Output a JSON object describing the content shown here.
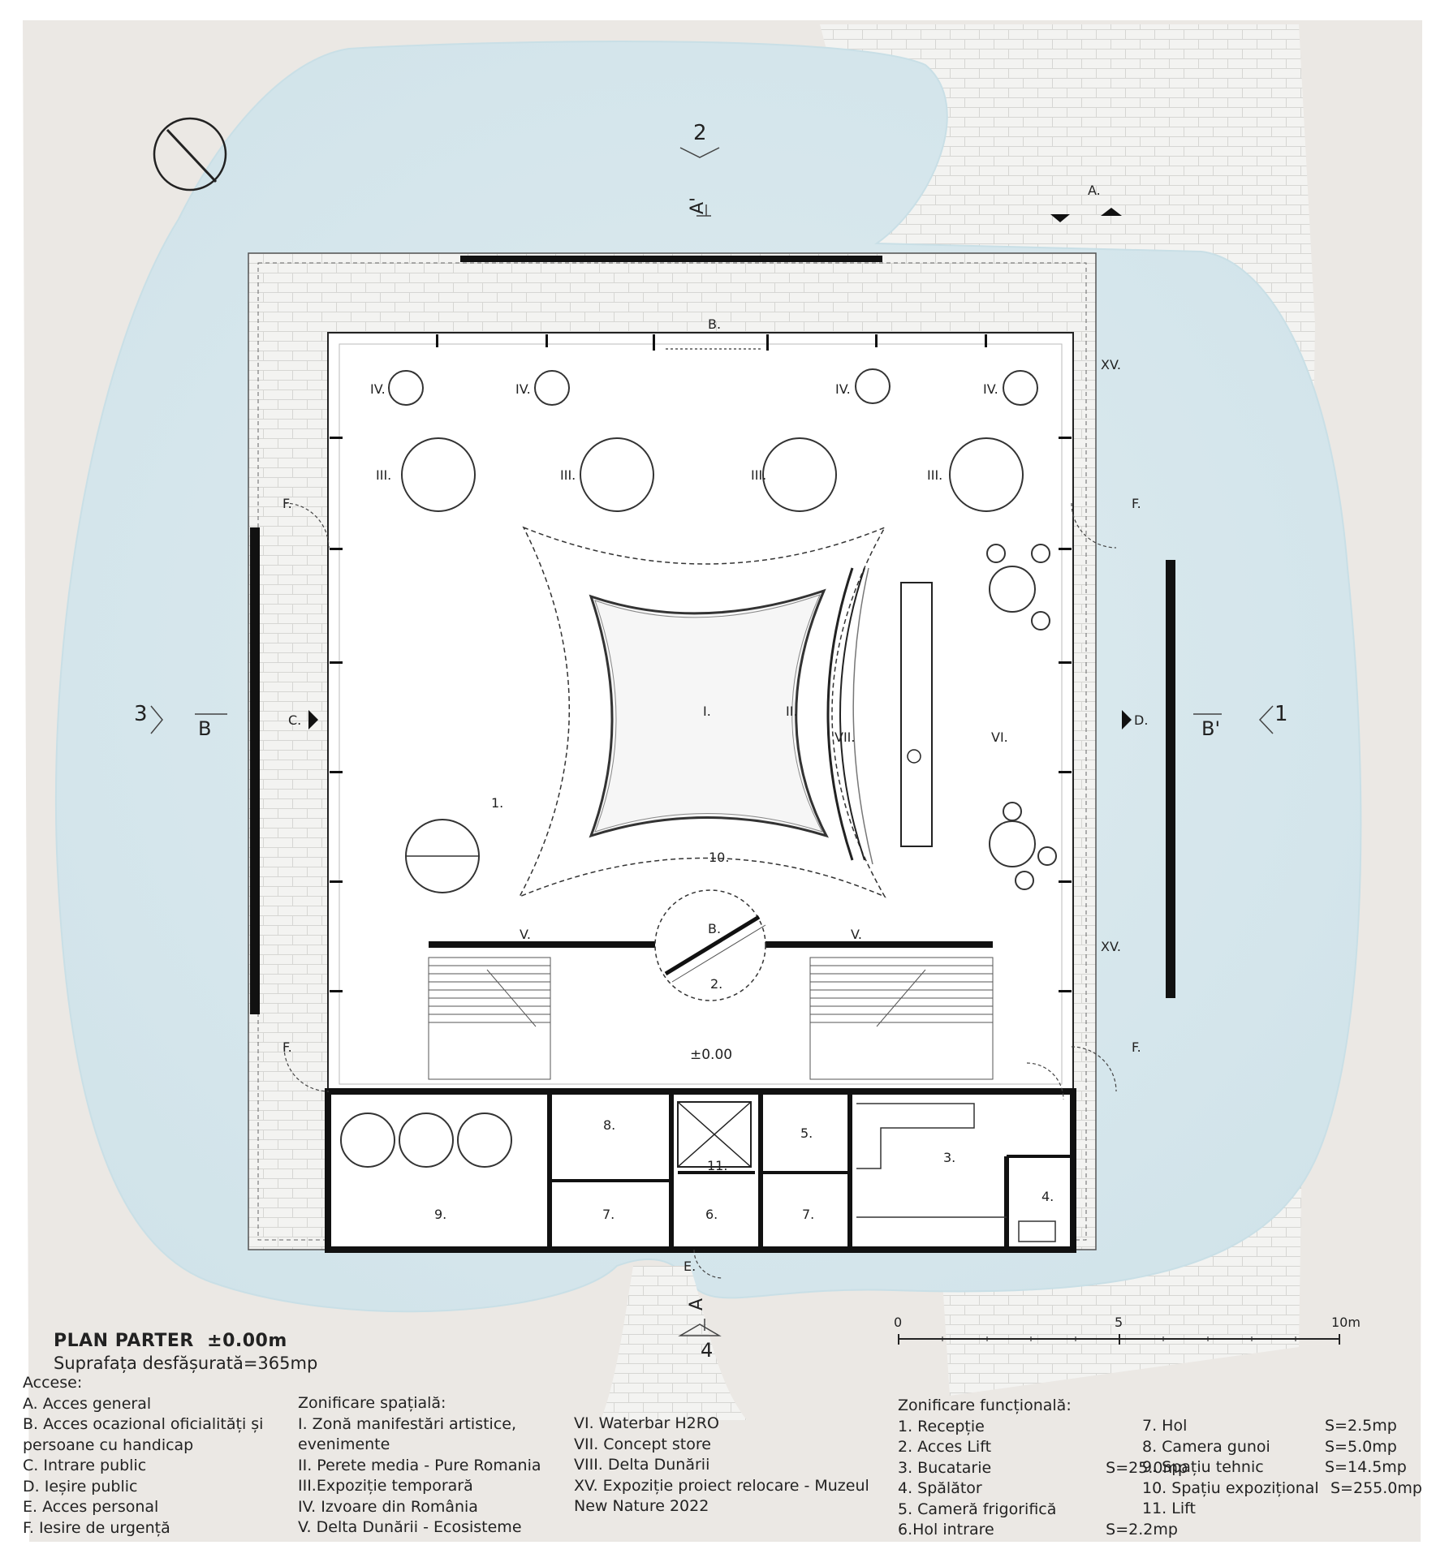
{
  "plan": {
    "title": "PLAN PARTER",
    "level": "±0.00m",
    "area": "Suprafața desfășurată=365mp",
    "floor_level_mark": "±0.00"
  },
  "scale_bar": {
    "labels": [
      "0",
      "5",
      "10m"
    ]
  },
  "section_marks": {
    "top_number": "2",
    "top_letter": "A'",
    "bottom_number": "4",
    "bottom_letter": "A",
    "left_number": "3",
    "left_letter": "B",
    "right_number": "1",
    "right_letter": "B'",
    "entry_label": "A."
  },
  "plan_labels": {
    "access": {
      "B_top": "B.",
      "B_center": "B.",
      "C": "C.",
      "D": "D.",
      "E": "E.",
      "F": "F."
    },
    "zones": {
      "I": "I.",
      "II": "II.",
      "III": "III.",
      "IV": "IV.",
      "V": "V.",
      "VI": "VI.",
      "VII": "VII.",
      "XV": "XV."
    },
    "rooms": {
      "r1": "1.",
      "r2": "2.",
      "r3": "3.",
      "r4": "4.",
      "r5": "5.",
      "r6": "6.",
      "r7": "7.",
      "r8": "8.",
      "r9": "9.",
      "r10": "10.",
      "r11": "11."
    }
  },
  "legend": {
    "access_title": "Accese:",
    "access": [
      "A. Acces general",
      "B. Acces ocazional oficialități și",
      "persoane cu handicap",
      "C. Intrare public",
      "D. Ieșire public",
      "E. Acces personal",
      "F. Iesire de urgență"
    ],
    "spatial_title": "Zonificare spațială:",
    "spatial": [
      "I. Zonă manifestări artistice,",
      "evenimente",
      "II. Perete media - Pure Romania",
      "III.Expoziție temporară",
      "IV. Izvoare din România",
      "V. Delta Dunării - Ecosisteme"
    ],
    "spatial_cont": [
      "VI. Waterbar H2RO",
      "VII. Concept store",
      "VIII. Delta Dunării",
      "XV. Expoziție proiect relocare - Muzeul",
      "New Nature 2022"
    ],
    "functional_title": "Zonificare funcțională:",
    "functional": [
      "1. Recepție",
      "2. Acces Lift",
      "3. Bucatarie",
      "4. Spălător",
      "5. Cameră frigorifică",
      "6.Hol intrare"
    ],
    "functional_areas": [
      "",
      "",
      "S=25.0mp",
      "",
      "",
      "S=2.2mp"
    ],
    "functional_cont": [
      {
        "name": "7. Hol",
        "area": "S=2.5mp"
      },
      {
        "name": "8. Camera gunoi",
        "area": "S=5.0mp"
      },
      {
        "name": "9. Spațiu tehnic",
        "area": "S=14.5mp"
      },
      {
        "name": "10. Spațiu expozițional",
        "area": "S=255.0mp"
      },
      {
        "name": "11. Lift",
        "area": ""
      }
    ]
  }
}
